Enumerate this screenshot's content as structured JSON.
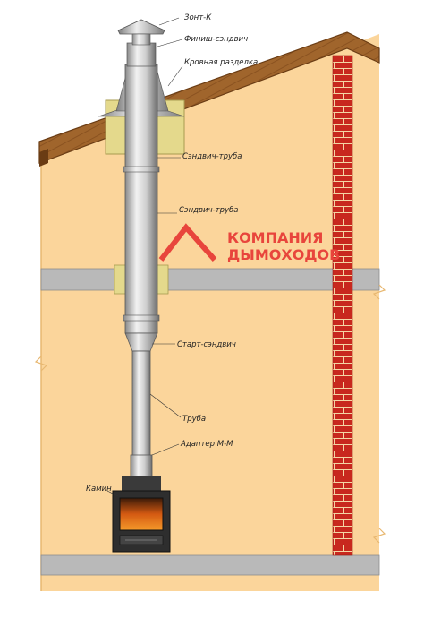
{
  "colors": {
    "wall": "#fbd59b",
    "wall_edge": "#e8b871",
    "roof_wood": "#a0652c",
    "roof_dark": "#6a3c14",
    "floor": "#b9b9b9",
    "brick": "#c8281e",
    "brick_mortar": "#f4d6a4",
    "insulation": "#e4d98c",
    "brand": "#e8453c",
    "pipe_light": "#e6e6e6",
    "pipe_dark": "#7a7a7a"
  },
  "labels": {
    "zont": "Зонт-К",
    "finish": "Финиш-сэндвич",
    "roof_cut": "Кровная разделка",
    "sandwich1": "Сэндвич-труба",
    "sandwich2": "Сэндвич-труба",
    "start": "Старт-сэндвич",
    "pipe": "Труба",
    "adapter": "Адаптер М-М",
    "stove": "Камин"
  },
  "brand": {
    "line1": "КОМПАНИЯ",
    "line2": "ДЫМОХОДОВ",
    "logo_icon": "house-roof-icon"
  }
}
